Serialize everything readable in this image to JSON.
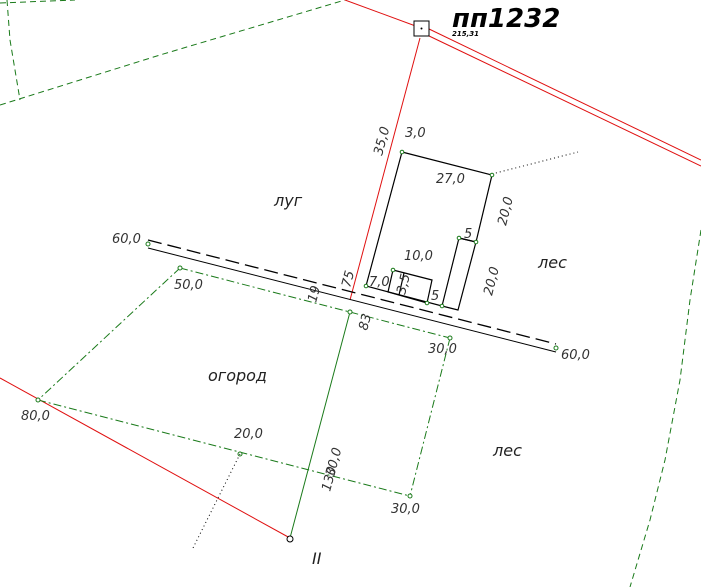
{
  "title": "пп1232",
  "station_value": "215,31",
  "point_label": "II",
  "areas": {
    "meadow": "луг",
    "forest_east": "лес",
    "forest_south": "лес",
    "garden": "огород"
  },
  "dims": {
    "d35": "35,0",
    "d3": "3,0",
    "d27": "27,0",
    "d20a": "20,0",
    "d5a": "5",
    "d10": "10,0",
    "d20b": "20,0",
    "d7": "7,0",
    "d35b": "3,5",
    "d5b": "5",
    "d60w": "60,0",
    "d50": "50,0",
    "d75": "75",
    "d19": "19",
    "d83": "83",
    "d30a": "30,0",
    "d60e": "60,0",
    "d80": "80,0",
    "d20c": "20,0",
    "d30b": "30,0",
    "d130": "130",
    "d30c": "30,0"
  },
  "colors": {
    "boundary_red": "#e01010",
    "land_green": "#1a7a1a",
    "building": "#000000"
  }
}
